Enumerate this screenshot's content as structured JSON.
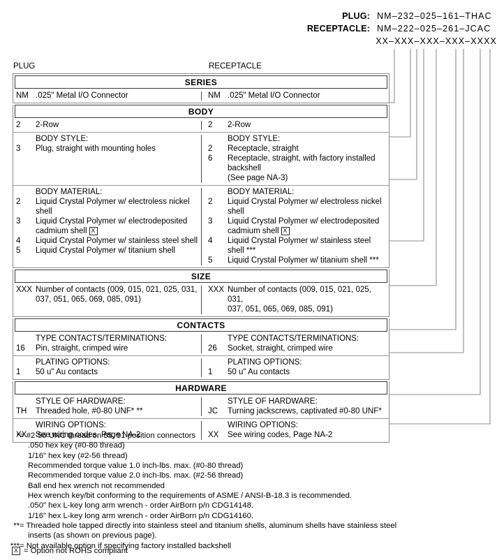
{
  "part_numbers": [
    {
      "label": "PLUG:",
      "value": "NM–232–025–161–THAC"
    },
    {
      "label": "RECEPTACLE:",
      "value": "NM–222–025–261–JCAC"
    },
    {
      "label": "",
      "value": "XX–XXX–XXX–XXX–XXXX"
    }
  ],
  "column_captions": {
    "plug": "PLUG",
    "receptacle": "RECEPTACLE"
  },
  "sections": [
    {
      "band": "SERIES",
      "rows": [
        {
          "plug": {
            "head": "",
            "options": [
              {
                "code": "NM",
                "text": ".025\" Metal I/O Connector"
              }
            ]
          },
          "recep": {
            "head": "",
            "options": [
              {
                "code": "NM",
                "text": ".025\" Metal I/O Connector"
              }
            ]
          }
        }
      ]
    },
    {
      "band": "BODY",
      "rows": [
        {
          "plug": {
            "head": "",
            "options": [
              {
                "code": "2",
                "text": "2-Row"
              }
            ]
          },
          "recep": {
            "head": "",
            "options": [
              {
                "code": "2",
                "text": "2-Row"
              }
            ]
          }
        },
        {
          "plug": {
            "head": "BODY STYLE:",
            "options": [
              {
                "code": "3",
                "text": "Plug, straight with mounting holes"
              }
            ]
          },
          "recep": {
            "head": "BODY STYLE:",
            "options": [
              {
                "code": "2",
                "text": "Receptacle, straight"
              },
              {
                "code": "6",
                "text": "Receptacle, straight, with factory installed backshell",
                "cont": "(See page NA-3)"
              }
            ]
          }
        },
        {
          "plug": {
            "head": "BODY MATERIAL:",
            "options": [
              {
                "code": "2",
                "text": "Liquid Crystal Polymer w/ electroless nickel shell"
              },
              {
                "code": "3",
                "text": "Liquid Crystal Polymer w/ electrodeposited",
                "cont": "cadmium shell",
                "cont_badge": "xbox"
              },
              {
                "code": "4",
                "text": "Liquid Crystal Polymer w/ stainless steel shell"
              },
              {
                "code": "5",
                "text": "Liquid Crystal Polymer w/ titanium shell"
              }
            ]
          },
          "recep": {
            "head": "BODY MATERIAL:",
            "options": [
              {
                "code": "2",
                "text": "Liquid Crystal Polymer w/ electroless nickel shell"
              },
              {
                "code": "3",
                "text": "Liquid Crystal Polymer w/ electrodeposited",
                "cont": "cadmium shell",
                "cont_badge": "xbox"
              },
              {
                "code": "4",
                "text": "Liquid Crystal Polymer w/ stainless steel shell ***"
              },
              {
                "code": "5",
                "text": "Liquid Crystal Polymer w/ titanium shell ***"
              }
            ]
          }
        }
      ]
    },
    {
      "band": "SIZE",
      "rows": [
        {
          "plug": {
            "head": "",
            "options": [
              {
                "code": "XXX",
                "text": "Number of contacts (009, 015, 021, 025, 031,",
                "cont": "037, 051, 065, 069, 085, 091)"
              }
            ]
          },
          "recep": {
            "head": "",
            "options": [
              {
                "code": "XXX",
                "text": "Number of contacts (009, 015, 021, 025, 031,",
                "cont": "037, 051, 065, 069, 085, 091)"
              }
            ]
          }
        }
      ]
    },
    {
      "band": "CONTACTS",
      "rows": [
        {
          "plug": {
            "head": "TYPE CONTACTS/TERMINATIONS:",
            "options": [
              {
                "code": "16",
                "text": "Pin, straight, crimped wire"
              }
            ]
          },
          "recep": {
            "head": "TYPE CONTACTS/TERMINATIONS:",
            "options": [
              {
                "code": "26",
                "text": "Socket, straight, crimped wire"
              }
            ]
          }
        },
        {
          "plug": {
            "head": "PLATING OPTIONS:",
            "options": [
              {
                "code": "1",
                "text": "50 u\" Au contacts"
              }
            ]
          },
          "recep": {
            "head": "PLATING OPTIONS:",
            "options": [
              {
                "code": "1",
                "text": "50 u\" Au contacts"
              }
            ]
          }
        }
      ]
    },
    {
      "band": "HARDWARE",
      "rows": [
        {
          "plug": {
            "head": "STYLE OF HARDWARE:",
            "options": [
              {
                "code": "TH",
                "text": "Threaded hole, #0-80 UNF*  **"
              }
            ]
          },
          "recep": {
            "head": "STYLE OF HARDWARE:",
            "options": [
              {
                "code": "JC",
                "text": "Turning jackscrews, captivated #0-80 UNF*"
              }
            ]
          }
        },
        {
          "plug": {
            "head": "WIRING OPTIONS:",
            "options": [
              {
                "code": "XX",
                "text": "See wiring codes, Page NA-2"
              }
            ]
          },
          "recep": {
            "head": "WIRING OPTIONS:",
            "options": [
              {
                "code": "XX",
                "text": "See wiring codes, Page NA-2"
              }
            ]
          }
        }
      ]
    }
  ],
  "footnotes": [
    {
      "mark": "*",
      "text": "= #2-56 UNC thread on 85, 91 position connectors"
    },
    {
      "mark": "",
      "text": ".050 hex key (#0-80 thread)",
      "indent": true
    },
    {
      "mark": "",
      "text": "1/16\" hex key (#2-56 thread)",
      "indent": true
    },
    {
      "mark": "",
      "text": "Recommended torque value 1.0 inch-lbs. max. (#0-80 thread)",
      "indent": true
    },
    {
      "mark": "",
      "text": "Recommended torque value 2.0 inch-lbs. max. (#2-56 thread)",
      "indent": true
    },
    {
      "mark": "",
      "text": "Ball end hex wrench not recommended",
      "indent": true
    },
    {
      "mark": "",
      "text": "Hex wrench key/bit conforming to the requirements of ASME / ANSI-B-18.3 is recommended.",
      "indent": true
    },
    {
      "mark": "",
      "text": ".050\" hex L-key long arm wrench - order AirBorn p/n CDG14148.",
      "indent": true
    },
    {
      "mark": "",
      "text": "1/16\" hex L-key long arm wrench - order AirBorn p/n CDG14160.",
      "indent": true
    },
    {
      "mark": "**",
      "text": "= Threaded hole tapped directly into stainless steel and titanium shells, aluminum shells have stainless steel",
      "cont": "inserts (as shown on previous page)."
    },
    {
      "mark": "***",
      "text": "= Not available option if specifying factory installed backshell"
    }
  ],
  "rohs_note": "= Option not ROHS compliant",
  "xbox_glyph": "X",
  "colors": {
    "text": "#000000",
    "band_border": "#3a3a3a",
    "section_border": "#8a8a8a",
    "leader_line": "#8e8e8e",
    "divider": "#4a4a4a"
  }
}
